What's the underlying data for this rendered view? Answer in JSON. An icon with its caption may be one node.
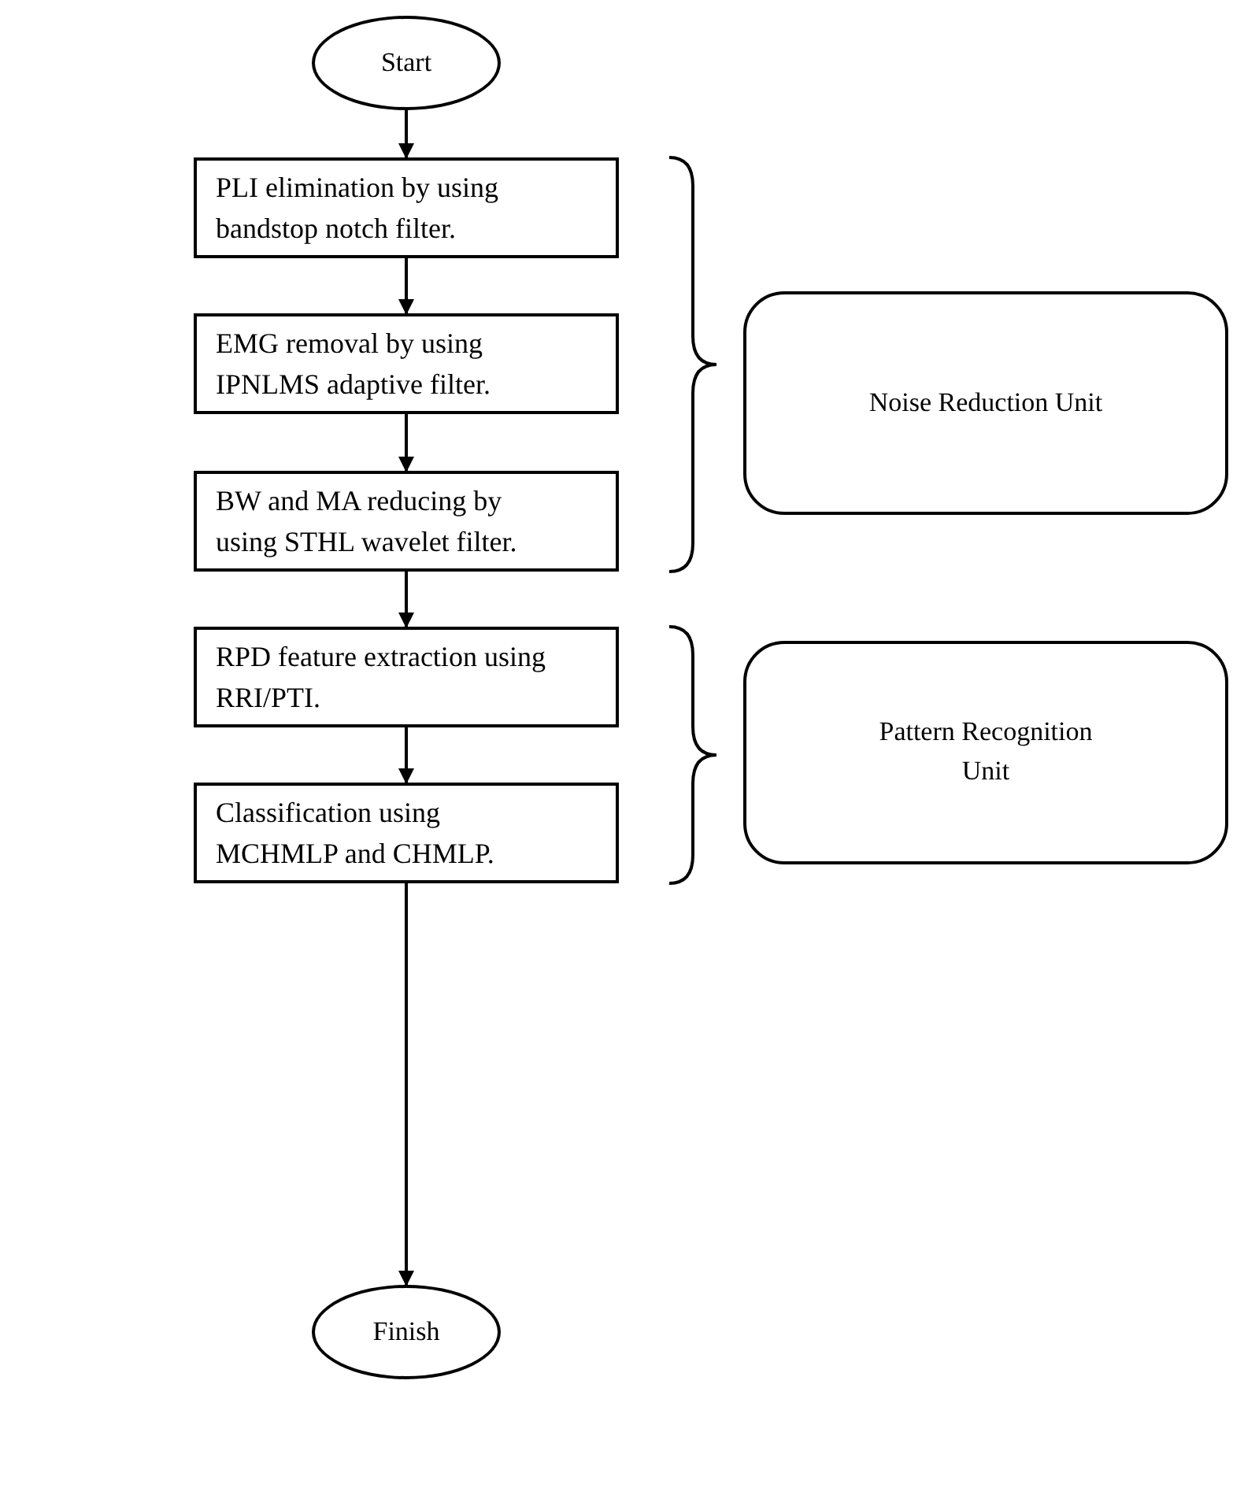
{
  "diagram": {
    "nodes": [
      {
        "text": [
          "Start"
        ]
      },
      {
        "text": [
          "PLI elimination by using bandstop notch filter."
        ]
      },
      {
        "text": [
          "EMG removal by using IPNLMS adaptive filter."
        ]
      },
      {
        "text": [
          "BW and MA reducing by using STHL wavelet filter."
        ]
      },
      {
        "text": [
          "RPD feature extraction using RRI/PTI."
        ]
      },
      {
        "text": [
          "Classification using MCHMLP and CHMLP."
        ]
      },
      {
        "text": [
          "Finish"
        ]
      },
      {
        "text": [
          "Noise Reduction Unit"
        ]
      },
      {
        "text": [
          "Pattern Recognition Unit"
        ]
      }
    ],
    "edges": [
      {
        "from": 0,
        "to": 1,
        "arrow": "to"
      },
      {
        "from": 1,
        "to": 2,
        "arrow": "to"
      },
      {
        "from": 2,
        "to": 3,
        "arrow": "to"
      },
      {
        "from": 3,
        "to": 4,
        "arrow": "to"
      },
      {
        "from": 4,
        "to": 5,
        "arrow": "to"
      },
      {
        "from": 5,
        "to": 6,
        "arrow": "to"
      }
    ]
  }
}
